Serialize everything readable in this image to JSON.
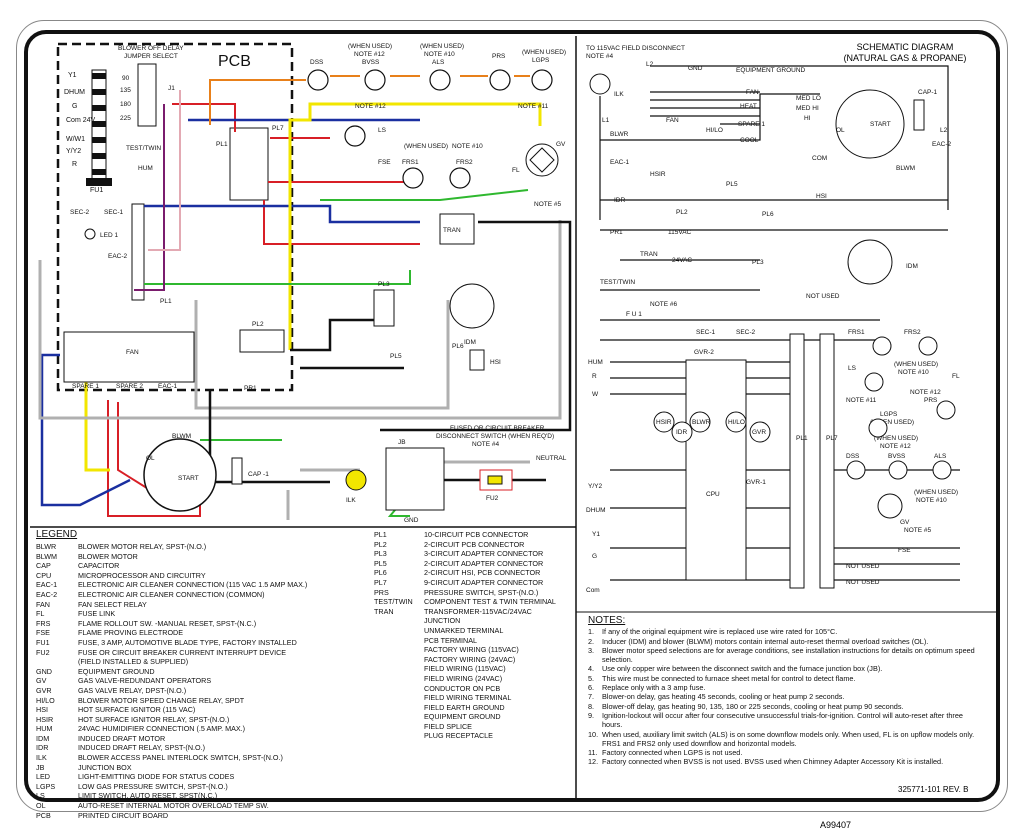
{
  "diagram": {
    "pcb_label": "PCB",
    "schematic_title_line1": "SCHEMATIC DIAGRAM",
    "schematic_title_line2": "(NATURAL GAS & PROPANE)",
    "blower_jumper": "BLOWER OFF DELAY\nJUMPER SELECT",
    "jumper_values": [
      "90",
      "135",
      "180",
      "225"
    ],
    "terminals_left": [
      "Y1",
      "DHUM",
      "G",
      "Com 24V",
      "W/W1",
      "Y/Y2",
      "R"
    ],
    "field_disconnect": "TO 115VAC FIELD DISCONNECT",
    "note4": "NOTE #4",
    "fused_switch": "FUSED OR CIRCUIT BREAKER\nDISCONNECT SWITCH (WHEN REQ'D)",
    "neutral": "NEUTRAL",
    "doc_number": "A99407",
    "revision": "325771-101 REV. B"
  },
  "labels": {
    "dss": "DSS",
    "bvss": "BVSS",
    "als": "ALS",
    "prs": "PRS",
    "lgps": "LGPS",
    "when_used": "(WHEN USED)",
    "note12": "NOTE #12",
    "note10": "NOTE #10",
    "note11": "NOTE #11",
    "note5": "NOTE #5",
    "note6": "NOTE #6",
    "ls": "LS",
    "fse": "FSE",
    "frs1": "FRS1",
    "frs2": "FRS2",
    "fl": "FL",
    "gv": "GV",
    "tran": "TRAN",
    "idm": "IDM",
    "hsi": "HSI",
    "blwm": "BLWM",
    "cap1": "CAP -1",
    "ilk": "ILK",
    "jb": "JB",
    "fu2": "FU2",
    "gnd": "GND",
    "fu1": "FU1",
    "led1": "LED 1",
    "eac2": "EAC-2",
    "eac1": "EAC-1",
    "pl1": "PL1",
    "pl2": "PL2",
    "pl3": "PL3",
    "pl5": "PL5",
    "pl6": "PL6",
    "pl7": "PL7",
    "pr1": "PR1",
    "test_twin": "TEST/TWIN",
    "hum": "HUM",
    "sec1": "SEC-1",
    "sec2": "SEC-2",
    "spare1": "SPARE 1",
    "spare2": "SPARE 2",
    "fan": "FAN",
    "cool": "COOL",
    "heat": "HEAT",
    "start": "START",
    "cpu": "CPU",
    "not_used": "NOT USED",
    "equipment_ground": "EQUIPMENT GROUND",
    "vac115": "115VAC",
    "vac24": "24VAC",
    "med_lo": "MED LO",
    "med_hi": "MED HI",
    "hi": "HI",
    "com": "COM",
    "blwr": "BLWR",
    "idr": "IDR",
    "hsir": "HSIR",
    "hilo": "HI/LO",
    "gvr": "GVR",
    "gvr1": "GVR-1",
    "gvr2": "GVR-2",
    "ol": "OL",
    "l1": "L1",
    "l2": "L2",
    "j1": "J1"
  },
  "wire_colors": {
    "red": "#d81f26",
    "blue": "#1a2fa0",
    "yellow": "#f2e600",
    "green": "#2fb82f",
    "orange": "#e8801a",
    "purple": "#7a1c6d",
    "grey": "#b0b0b0",
    "black": "#111111",
    "pink": "#e3a9b3"
  },
  "legend": {
    "title": "LEGEND",
    "entries": [
      {
        "abbr": "BLWR",
        "desc": "BLOWER MOTOR RELAY, SPST-(N.O.)"
      },
      {
        "abbr": "BLWM",
        "desc": "BLOWER MOTOR"
      },
      {
        "abbr": "CAP",
        "desc": "CAPACITOR"
      },
      {
        "abbr": "CPU",
        "desc": "MICROPROCESSOR AND CIRCUITRY"
      },
      {
        "abbr": "EAC-1",
        "desc": "ELECTRONIC AIR CLEANER CONNECTION (115 VAC 1.5 AMP MAX.)"
      },
      {
        "abbr": "EAC-2",
        "desc": "ELECTRONIC AIR CLEANER CONNECTION (COMMON)"
      },
      {
        "abbr": "FAN",
        "desc": "FAN SELECT RELAY"
      },
      {
        "abbr": "FL",
        "desc": "FUSE LINK"
      },
      {
        "abbr": "FRS",
        "desc": "FLAME ROLLOUT SW. -MANUAL RESET, SPST-(N.C.)"
      },
      {
        "abbr": "FSE",
        "desc": "FLAME PROVING ELECTRODE"
      },
      {
        "abbr": "FU1",
        "desc": "FUSE, 3 AMP, AUTOMOTIVE BLADE TYPE, FACTORY INSTALLED"
      },
      {
        "abbr": "FU2",
        "desc": "FUSE OR CIRCUIT BREAKER CURRENT INTERRUPT DEVICE"
      },
      {
        "abbr": "",
        "desc": "(FIELD INSTALLED & SUPPLIED)"
      },
      {
        "abbr": "GND",
        "desc": "EQUIPMENT GROUND"
      },
      {
        "abbr": "GV",
        "desc": "GAS VALVE-REDUNDANT OPERATORS"
      },
      {
        "abbr": "GVR",
        "desc": "GAS VALVE RELAY, DPST-(N.O.)"
      },
      {
        "abbr": "HI/LO",
        "desc": "BLOWER MOTOR SPEED CHANGE RELAY, SPDT"
      },
      {
        "abbr": "HSI",
        "desc": "HOT SURFACE IGNITOR (115 VAC)"
      },
      {
        "abbr": "HSIR",
        "desc": "HOT SURFACE IGNITOR RELAY, SPST-(N.O.)"
      },
      {
        "abbr": "HUM",
        "desc": "24VAC HUMIDIFIER CONNECTION (.5 AMP. MAX.)"
      },
      {
        "abbr": "IDM",
        "desc": "INDUCED DRAFT MOTOR"
      },
      {
        "abbr": "IDR",
        "desc": "INDUCED DRAFT RELAY, SPST-(N.O.)"
      },
      {
        "abbr": "ILK",
        "desc": "BLOWER ACCESS PANEL INTERLOCK SWITCH, SPST-(N.O.)"
      },
      {
        "abbr": "JB",
        "desc": "JUNCTION BOX"
      },
      {
        "abbr": "LED",
        "desc": "LIGHT-EMITTING DIODE FOR STATUS CODES"
      },
      {
        "abbr": "LGPS",
        "desc": "LOW GAS PRESSURE SWITCH, SPST-(N.O.)"
      },
      {
        "abbr": "LS",
        "desc": "LIMIT SWITCH, AUTO RESET, SPST(N.C.)"
      },
      {
        "abbr": "OL",
        "desc": "AUTO-RESET INTERNAL MOTOR OVERLOAD TEMP SW."
      },
      {
        "abbr": "PCB",
        "desc": "PRINTED CIRCUIT BOARD"
      }
    ],
    "entries2": [
      {
        "abbr": "PL1",
        "desc": "10-CIRCUIT PCB CONNECTOR"
      },
      {
        "abbr": "PL2",
        "desc": "2-CIRCUIT PCB CONNECTOR"
      },
      {
        "abbr": "PL3",
        "desc": "3-CIRCUIT ADAPTER CONNECTOR"
      },
      {
        "abbr": "PL5",
        "desc": "2-CIRCUIT ADAPTER CONNECTOR"
      },
      {
        "abbr": "PL6",
        "desc": "2-CIRCUIT HSI, PCB CONNECTOR"
      },
      {
        "abbr": "PL7",
        "desc": "9-CIRCUIT ADAPTER CONNECTOR"
      },
      {
        "abbr": "PRS",
        "desc": "PRESSURE SWITCH, SPST-(N.O.)"
      },
      {
        "abbr": "TEST/TWIN",
        "desc": "COMPONENT TEST & TWIN TERMINAL"
      },
      {
        "abbr": "TRAN",
        "desc": "TRANSFORMER-115VAC/24VAC"
      },
      {
        "abbr": "",
        "desc": "JUNCTION"
      },
      {
        "abbr": "",
        "desc": "UNMARKED TERMINAL"
      },
      {
        "abbr": "",
        "desc": "PCB TERMINAL"
      },
      {
        "abbr": "",
        "desc": "FACTORY WIRING (115VAC)"
      },
      {
        "abbr": "",
        "desc": "FACTORY WIRING (24VAC)"
      },
      {
        "abbr": "",
        "desc": "FIELD WIRING (115VAC)"
      },
      {
        "abbr": "",
        "desc": "FIELD WIRING (24VAC)"
      },
      {
        "abbr": "",
        "desc": "CONDUCTOR ON PCB"
      },
      {
        "abbr": "",
        "desc": "FIELD WIRING TERMINAL"
      },
      {
        "abbr": "",
        "desc": "FIELD EARTH GROUND"
      },
      {
        "abbr": "",
        "desc": "EQUIPMENT GROUND"
      },
      {
        "abbr": "",
        "desc": "FIELD SPLICE"
      },
      {
        "abbr": "",
        "desc": "PLUG RECEPTACLE"
      }
    ]
  },
  "notes": {
    "title": "NOTES:",
    "items": [
      "If any of the original equipment wire is replaced use wire rated for 105°C.",
      "Inducer (IDM) and blower (BLWM) motors contain internal auto-reset thermal overload switches (OL).",
      "Blower motor speed selections are for average conditions, see installation instructions for details on optimum speed selection.",
      "Use only copper wire between the disconnect switch and the furnace junction box (JB).",
      "This wire must be connected to furnace sheet metal for control to detect flame.",
      "Replace only with a 3 amp fuse.",
      "Blower-on delay, gas heating 45 seconds, cooling or heat pump 2 seconds.",
      "Blower-off delay, gas heating 90, 135, 180 or 225 seconds, cooling or heat pump 90 seconds.",
      "Ignition-lockout will occur after four consecutive unsuccessful trials-for-ignition. Control will auto-reset after three hours.",
      "When used, auxiliary limit switch (ALS) is on some downflow models only. When used, FL is on upflow models only.  FRS1 and FRS2 only used downflow and horizontal models.",
      "Factory connected when LGPS is not used.",
      "Factory connected when BVSS is not used. BVSS used when Chimney Adapter Accessory Kit is installed."
    ]
  }
}
